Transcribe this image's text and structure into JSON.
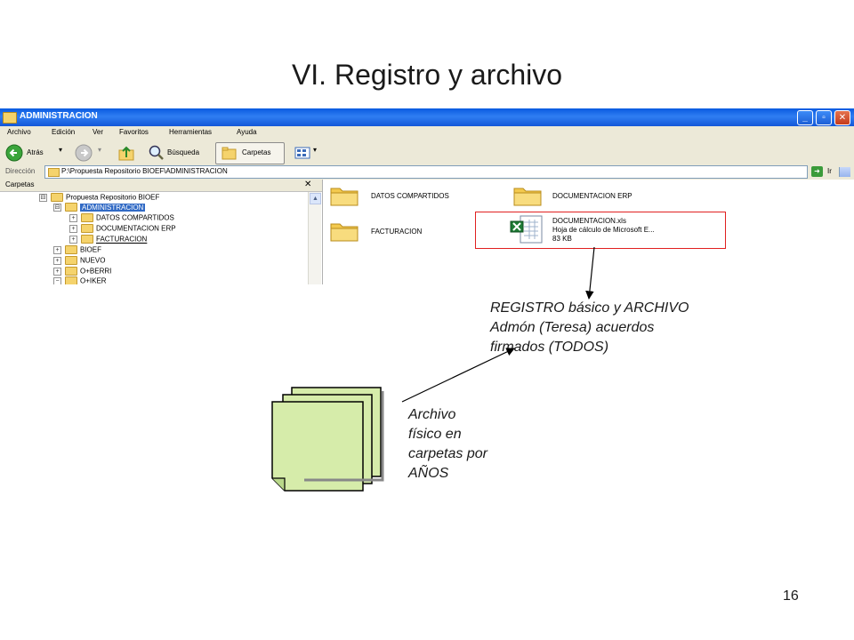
{
  "slide": {
    "title": "VI. Registro y archivo",
    "page_number": "16"
  },
  "window": {
    "title": "ADMINISTRACION",
    "controls": [
      "_",
      "▫",
      "✕"
    ],
    "menu": [
      "Archivo",
      "Edición",
      "Ver",
      "Favoritos",
      "Herramientas",
      "Ayuda"
    ],
    "toolbar": {
      "back_label": "Atrás",
      "search_label": "Búsqueda",
      "folders_label": "Carpetas"
    },
    "address": {
      "label": "Dirección",
      "value": "P:\\Propuesta Repositorio BIOEF\\ADMINISTRACION",
      "go_label": "Ir"
    },
    "tree": {
      "header": "Carpetas",
      "close": "✕",
      "items": [
        {
          "label": "Propuesta Repositorio BIOEF",
          "expander": "⊟"
        },
        {
          "label": "ADMINISTRACION",
          "expander": "⊟"
        },
        {
          "label": "DATOS COMPARTIDOS",
          "expander": "+"
        },
        {
          "label": "DOCUMENTACION ERP",
          "expander": "+"
        },
        {
          "label": "FACTURACION",
          "expander": "+"
        },
        {
          "label": "BIOEF",
          "expander": "+"
        },
        {
          "label": "NUEVO",
          "expander": "+"
        },
        {
          "label": "O+BERRI",
          "expander": "+"
        },
        {
          "label": "O+IKER",
          "expander": "−"
        }
      ]
    },
    "content": {
      "folders": [
        "DATOS COMPARTIDOS",
        "DOCUMENTACION ERP",
        "FACTURACION"
      ],
      "file": {
        "name": "DOCUMENTACION.xls",
        "type": "Hoja de cálculo de Microsoft E...",
        "size": "83 KB"
      }
    }
  },
  "annotations": {
    "registro": [
      "REGISTRO básico y ARCHIVO",
      "Admón (Teresa) acuerdos",
      "firmados (TODOS)"
    ],
    "archivo": [
      "Archivo",
      "físico en",
      "carpetas por",
      "AÑOS"
    ]
  },
  "colors": {
    "titlebar": "#0a5ae0",
    "selection": "#316ac5",
    "highlight_box": "#e02020",
    "paper": "#d6ecaa"
  }
}
